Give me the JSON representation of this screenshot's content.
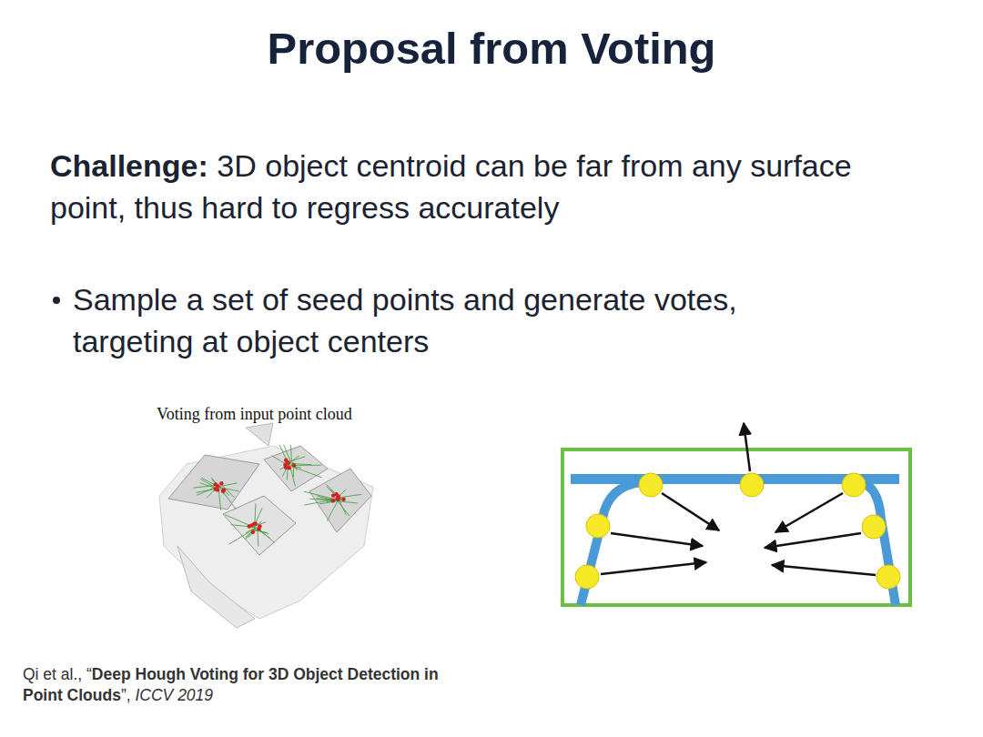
{
  "diagram": {
    "title": "Proposal from Voting",
    "labels": [
      "Challenge:",
      "3D object centroid can be far from any surface point, thus hard to regress accurately",
      "Sample a set of seed points and generate votes, targeting at object centers",
      "Voting from input point cloud",
      "Qi et al., “",
      "Deep Hough Voting for 3D Object Detection in Point Clouds",
      "”, ",
      "ICCV 2019"
    ]
  }
}
